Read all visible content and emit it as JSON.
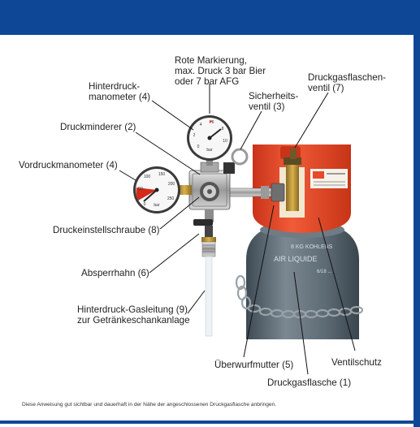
{
  "labels": {
    "rote_markierung": "Rote Markierung,\nmax. Druck 3 bar Bier\noder 7 bar AFG",
    "hinterdruckmanometer": "Hinterdruck-\nmanometer (4)",
    "druckgasflaschenventil": "Druckgasflaschen-\nventil (7)",
    "sicherheitsventil": "Sicherheits-\nventil (3)",
    "druckminderer": "Druckminderer (2)",
    "vordruckmanometer": "Vordruckmanometer (4)",
    "druckeinstellschraube": "Druckeinstellschraube (8)",
    "absperrhahn": "Absperrhahn (6)",
    "hinterdruck_gasleitung": "Hinterdruck-Gasleitung (9)\nzur Getränkeschankanlage",
    "ventilschutz": "Ventilschutz",
    "ueberwurfmutter": "Überwurfmutter (5)",
    "druckgasflasche": "Druckgasflasche (1)"
  },
  "footer_note": "Diese Anweisung gut sichtbar und dauerhaft in der Nähe der angeschlossenen Druckgasflasche anbringen.",
  "cylinder_text": {
    "line1": "8 KG KOHLENS",
    "line2": "AIR LIQUIDE",
    "line3": "6/18 ..."
  },
  "gauge_hinterdruck": {
    "scale": [
      "0",
      "2",
      "4",
      "6",
      "8",
      "10"
    ],
    "unit": "bar"
  },
  "gauge_vordruck": {
    "scale": [
      "0",
      "50",
      "100",
      "150",
      "200",
      "250"
    ],
    "unit": "bar"
  },
  "colors": {
    "brand_blue": "#0e4796",
    "cap_red": "#e8492a",
    "cylinder_grey": "#5d6b75"
  }
}
